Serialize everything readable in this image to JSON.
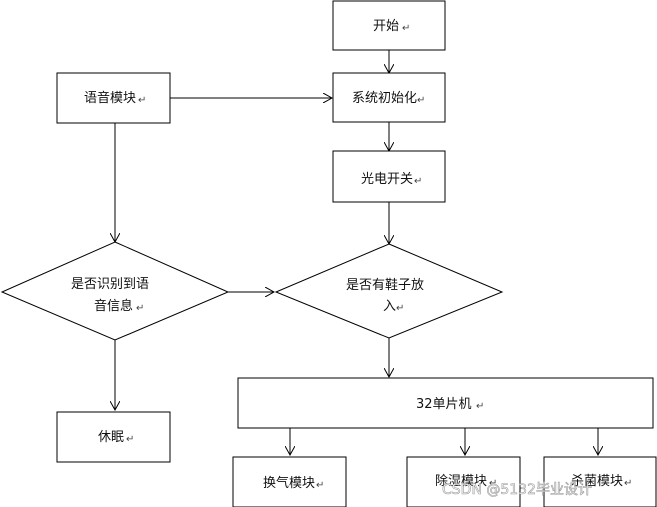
{
  "nodes": {
    "start": "开始",
    "init": "系统初始化",
    "voice": "语音模块",
    "photo_switch": "光电开关",
    "decision_voice_line1": "是否识别到语",
    "decision_voice_line2": "音信息",
    "decision_shoe_line1": "是否有鞋子放",
    "decision_shoe_line2": "入",
    "mcu": "32单片机",
    "sleep": "休眠",
    "vent": "换气模块",
    "dehumid": "除湿模块",
    "sterilize": "杀菌模块"
  },
  "paragraph_mark": "↵",
  "watermark": "CSDN @5132毕业设计",
  "colors": {
    "line": "#000000",
    "fill": "#ffffff",
    "text": "#111111"
  }
}
